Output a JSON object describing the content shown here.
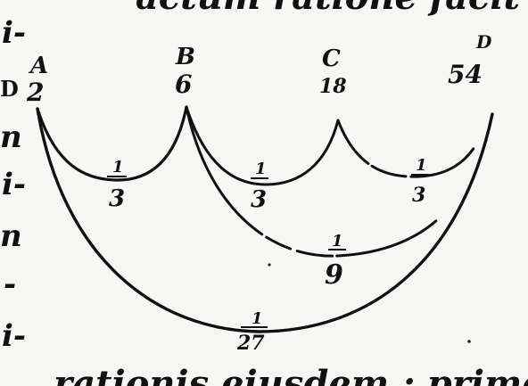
{
  "header_fragment": "actum ratione facit :",
  "footer_fragment": "rationis eiusdem ; primo ad",
  "margin_fragments": [
    "i-",
    "D",
    "n",
    "i-",
    "n",
    "-",
    "i-"
  ],
  "nodes": [
    {
      "letter": "A",
      "value": "2"
    },
    {
      "letter": "B",
      "value": "6"
    },
    {
      "letter": "C",
      "value": "18"
    },
    {
      "letter": "D",
      "value": "54"
    }
  ],
  "fractions": [
    {
      "id": "ab",
      "numerator": "1",
      "denominator": "3"
    },
    {
      "id": "bc",
      "numerator": "1",
      "denominator": "3"
    },
    {
      "id": "cd",
      "numerator": "1",
      "denominator": "3"
    },
    {
      "id": "bd",
      "numerator": "1",
      "denominator": "9"
    },
    {
      "id": "ad",
      "numerator": "1",
      "denominator": "27"
    }
  ]
}
